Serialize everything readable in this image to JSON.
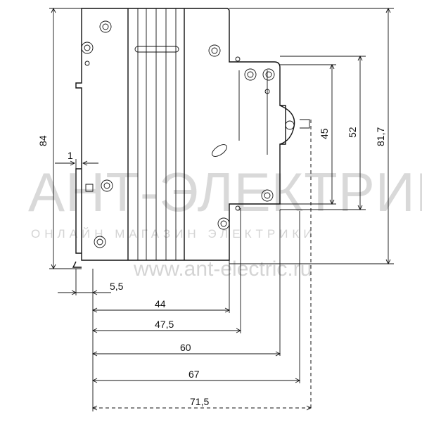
{
  "watermark": {
    "brand": "АНТ-ЭЛЕКТРИК",
    "tagline": "ОНЛАЙН МАГАЗИН ЭЛЕКТРИКИ",
    "url": "www.ant-electric.ru"
  },
  "dimensions": {
    "height_total": "84",
    "height_81_7": "81,7",
    "height_52": "52",
    "height_45": "45",
    "rail_gap": "1",
    "depth_5_5": "5,5",
    "depth_44": "44",
    "depth_47_5": "47,5",
    "depth_60": "60",
    "depth_67": "67",
    "depth_71_5": "71,5"
  }
}
